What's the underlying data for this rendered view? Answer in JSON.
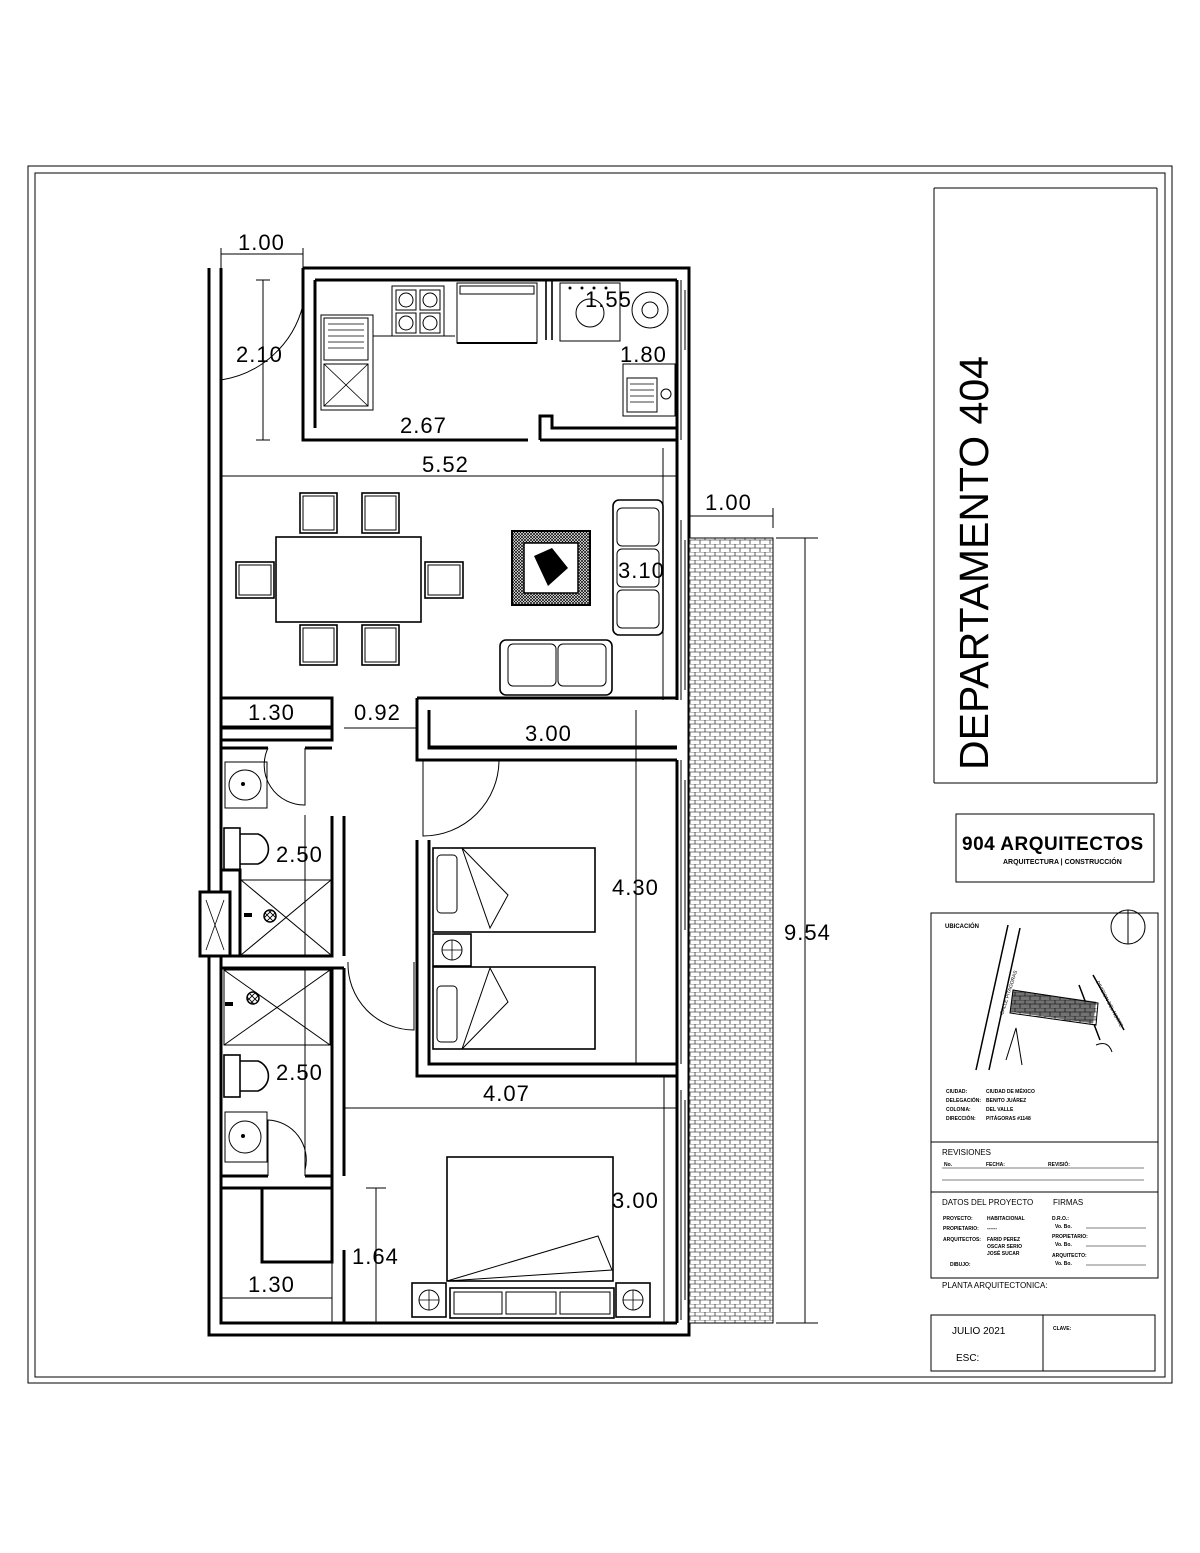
{
  "title": "DEPARTAMENTO 404",
  "logo": {
    "brand": "904 ARQUITECTOS",
    "tagline": "ARQUITECTURA | CONSTRUCCIÓN"
  },
  "ubicacion": {
    "heading": "UBICACIÓN",
    "street_1": "CALLE PITAGORAS",
    "street_2": "DIVISION DEL NORTE",
    "fields": [
      {
        "label": "CIUDAD:",
        "value": "CIUDAD DE MÉXICO"
      },
      {
        "label": "DELEGACIÓN:",
        "value": "BENITO JUÁREZ"
      },
      {
        "label": "COLONIA:",
        "value": "DEL VALLE"
      },
      {
        "label": "DIRECCIÓN:",
        "value": "PITÁGORAS #1148"
      }
    ]
  },
  "revisiones": {
    "heading": "REVISIONES",
    "col_no": "No.",
    "col_fecha": "FECHA:",
    "col_revisio": "REVISIÓ:"
  },
  "datos": {
    "heading": "DATOS DEL PROYECTO",
    "firmas_heading": "FIRMAS",
    "proyecto_label": "PROYECTO:",
    "proyecto_value": "HABITACIONAL",
    "propietario_label": "PROPIETARIO:",
    "propietario_value": "------",
    "arquitectos_label": "ARQUITECTOS:",
    "arquitectos": [
      "FARID PEREZ",
      "OSCAR SERIO",
      "JOSÉ SUCAR"
    ],
    "dibujo_label": "DIBUJO:",
    "dro_label": "D.R.O.:",
    "vobo_1": "Vo. Bo.",
    "propietario_firma_label": "PROPIETARIO:",
    "vobo_2": "Vo. Bo.",
    "arquitecto_firma_label": "ARQUITECTO:",
    "vobo_3": "Vo. Bo."
  },
  "planta_label": "PLANTA ARQUITECTONICA:",
  "footer": {
    "fecha": "JULIO 2021",
    "esc": "ESC:",
    "clave": "CLAVE:"
  },
  "dimensions": {
    "d_100_top": "1.00",
    "d_210": "2.10",
    "d_267": "2.67",
    "d_155": "1.55",
    "d_180": "1.80",
    "d_552": "5.52",
    "d_100_right": "1.00",
    "d_310": "3.10",
    "d_130_upper": "1.30",
    "d_092": "0.92",
    "d_300_bed": "3.00",
    "d_250_a": "2.50",
    "d_430": "4.30",
    "d_954": "9.54",
    "d_250_b": "2.50",
    "d_407": "4.07",
    "d_300_master": "3.00",
    "d_164": "1.64",
    "d_130_lower": "1.30"
  }
}
